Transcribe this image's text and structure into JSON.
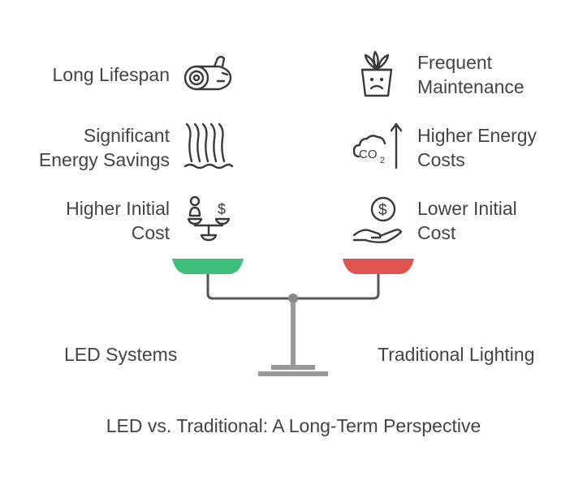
{
  "left_side": {
    "items": [
      {
        "lines": [
          "Long Lifespan"
        ],
        "icon": "log-icon"
      },
      {
        "lines": [
          "Significant",
          "Energy Savings"
        ],
        "icon": "waterfall-icon"
      },
      {
        "lines": [
          "Higher Initial",
          "Cost"
        ],
        "icon": "scale-money-icon"
      }
    ],
    "category": "LED Systems",
    "pan_color": "#3dbf7a"
  },
  "right_side": {
    "items": [
      {
        "lines": [
          "Frequent",
          "Maintenance"
        ],
        "icon": "sad-plant-icon"
      },
      {
        "lines": [
          "Higher Energy",
          "Costs"
        ],
        "icon": "co2-rising-icon"
      },
      {
        "lines": [
          "Lower Initial",
          "Cost"
        ],
        "icon": "hand-coin-icon"
      }
    ],
    "category": "Traditional Lighting",
    "pan_color": "#e05552"
  },
  "caption": "LED vs. Traditional: A Long-Term Perspective",
  "colors": {
    "stroke": "#3a3a3a",
    "beam": "#555555",
    "stand": "#999999"
  }
}
